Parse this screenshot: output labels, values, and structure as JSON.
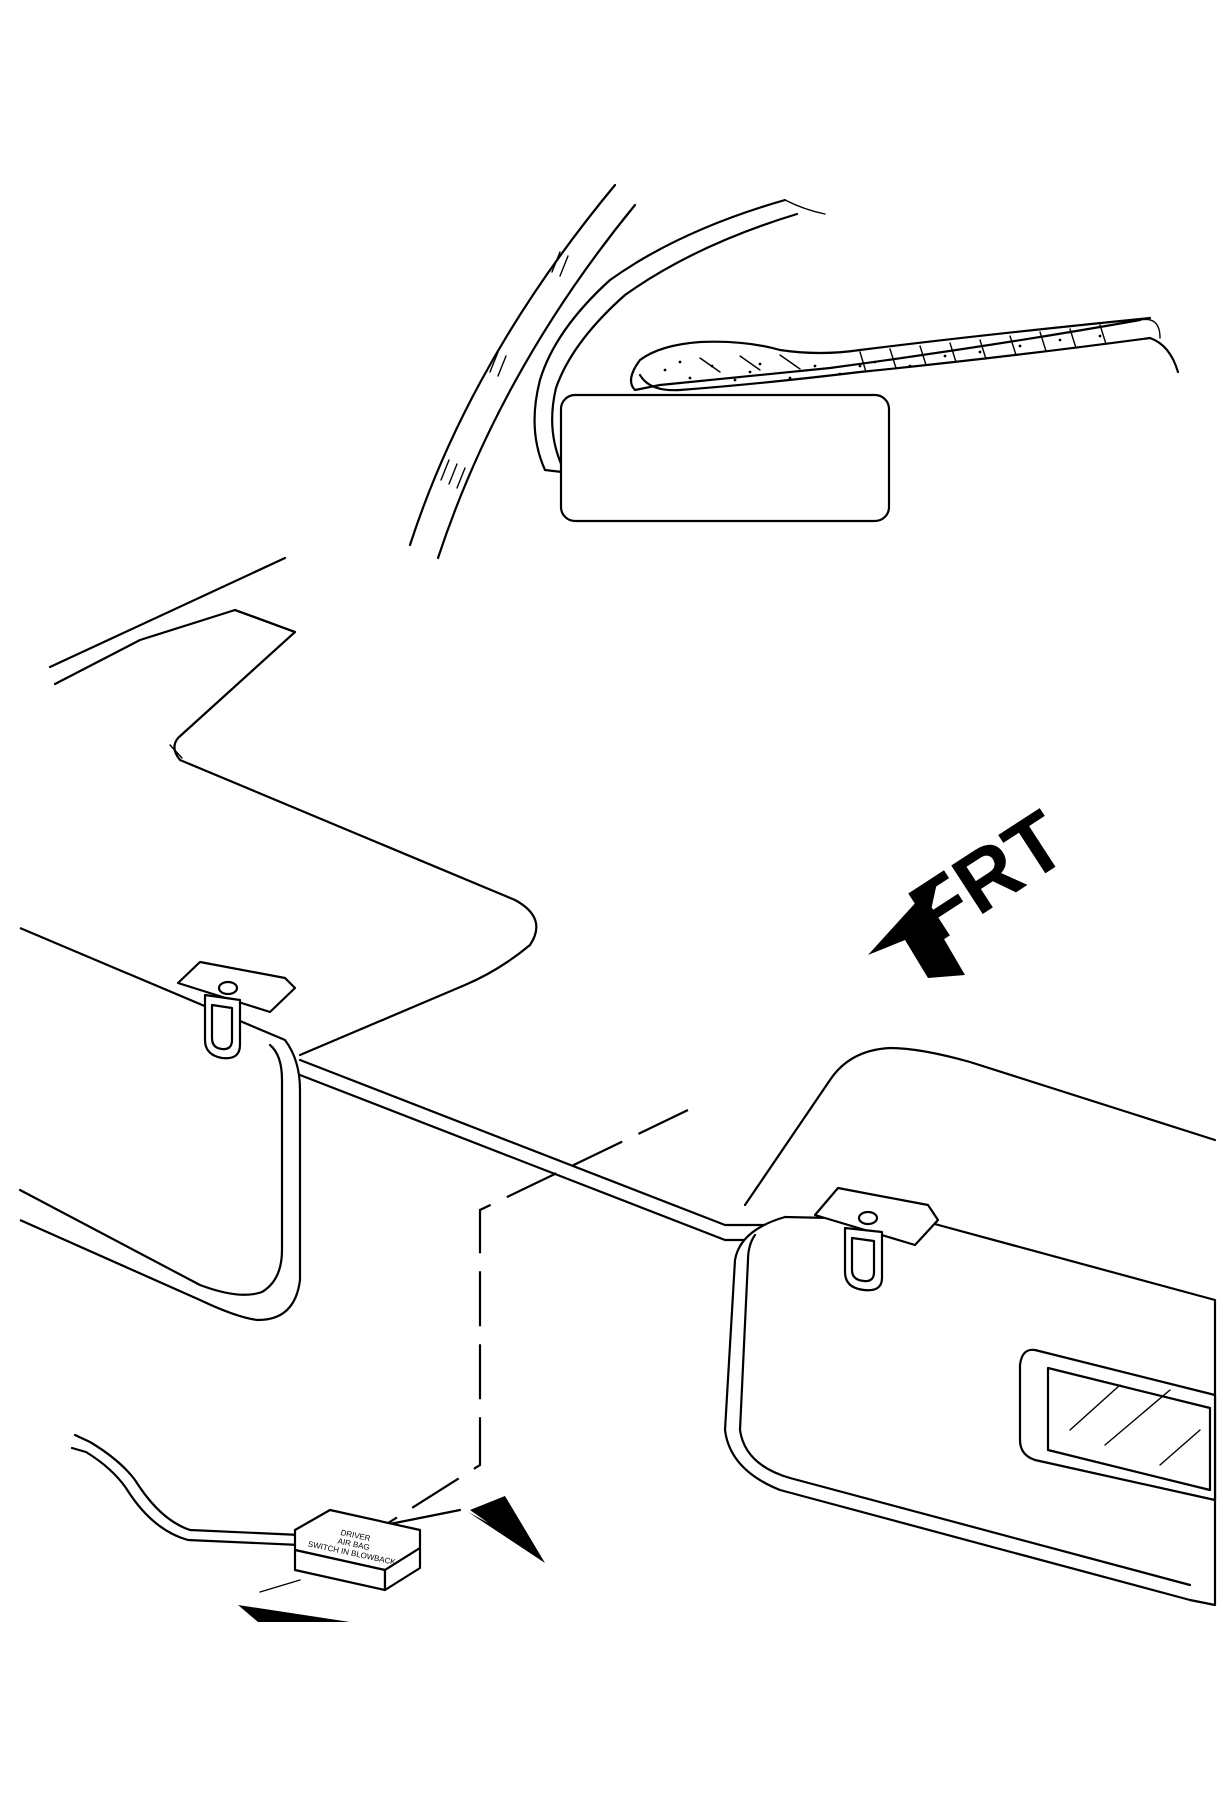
{
  "direction_label": "FRT",
  "module_label": {
    "line1": "DRIVER",
    "line2": "AIR BAG",
    "line3": "SWITCH IN BLOWBACK"
  },
  "colors": {
    "ink": "#000000",
    "paper": "#ffffff"
  }
}
